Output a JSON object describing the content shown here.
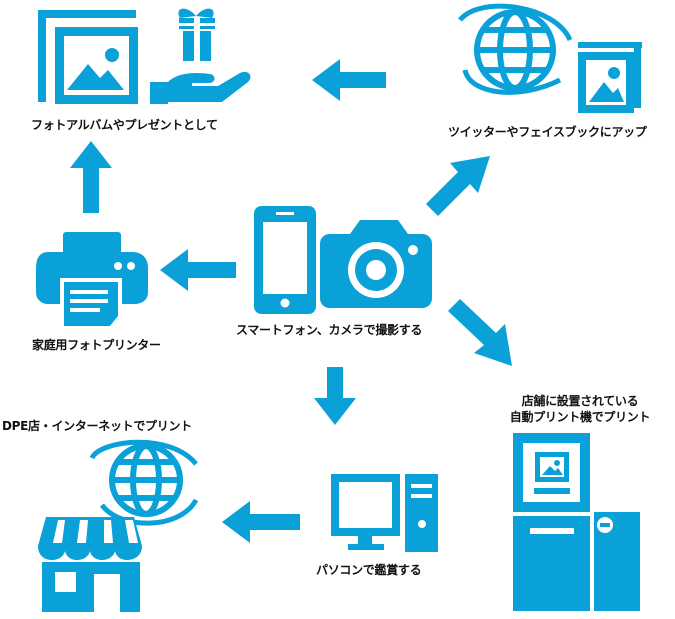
{
  "accent_color": "#0aa0d8",
  "nodes": {
    "photo_album": {
      "label": "フォトアルバムやプレゼントとして",
      "icons": [
        "photo-frame-icon",
        "gift-hand-icon"
      ]
    },
    "twitter": {
      "label": "ツイッターやフェイスブックにアップ",
      "icons": [
        "globe-icon",
        "photo-frame-icon"
      ]
    },
    "smartphone": {
      "label": "スマートフォン、カメラで撮影する",
      "icons": [
        "smartphone-icon",
        "camera-icon"
      ]
    },
    "home_printer": {
      "label": "家庭用フォトプリンター",
      "icons": [
        "printer-icon"
      ]
    },
    "store_kiosk": {
      "label_line1": "店舗に設置されている",
      "label_line2": "自動プリント機でプリント",
      "icons": [
        "kiosk-icon"
      ]
    },
    "dpe": {
      "label": "DPE店・インターネットでプリント",
      "icons": [
        "globe-icon",
        "shop-icon"
      ]
    },
    "pc": {
      "label": "パソコンで鑑賞する",
      "icons": [
        "desktop-pc-icon"
      ]
    }
  },
  "flows": [
    {
      "from": "twitter",
      "to": "photo_album"
    },
    {
      "from": "smartphone",
      "to": "twitter"
    },
    {
      "from": "smartphone",
      "to": "home_printer"
    },
    {
      "from": "home_printer",
      "to": "photo_album"
    },
    {
      "from": "smartphone",
      "to": "store_kiosk"
    },
    {
      "from": "smartphone",
      "to": "pc"
    },
    {
      "from": "pc",
      "to": "dpe"
    }
  ]
}
